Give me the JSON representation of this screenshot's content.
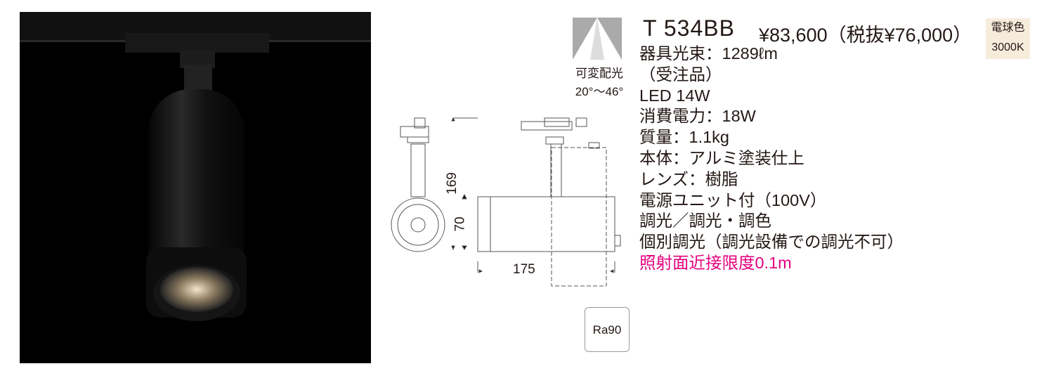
{
  "product": {
    "model": "T 534BB",
    "price": "¥83,600（税抜¥76,000）"
  },
  "color_badge": {
    "line1": "電球色",
    "line2": "3000K"
  },
  "beam": {
    "label": "可変配光",
    "angle": "20°～46°"
  },
  "specs": [
    "器具光束：1289ℓm",
    "（受注品）",
    "LED 14W",
    "消費電力：18W",
    "質量：1.1kg",
    "本体：アルミ塗装仕上",
    "レンズ：樹脂",
    "電源ユニット付（100V）",
    "調光／調光・調色",
    "個別調光（調光設備での調光不可）"
  ],
  "warning": "照射面近接限度0.1m",
  "dimensions": {
    "height": "169",
    "diameter": "70",
    "length": "175"
  },
  "ra_badge": "Ra90",
  "colors": {
    "accent": "#e4007f",
    "badge_bg": "#f7ecdc"
  }
}
